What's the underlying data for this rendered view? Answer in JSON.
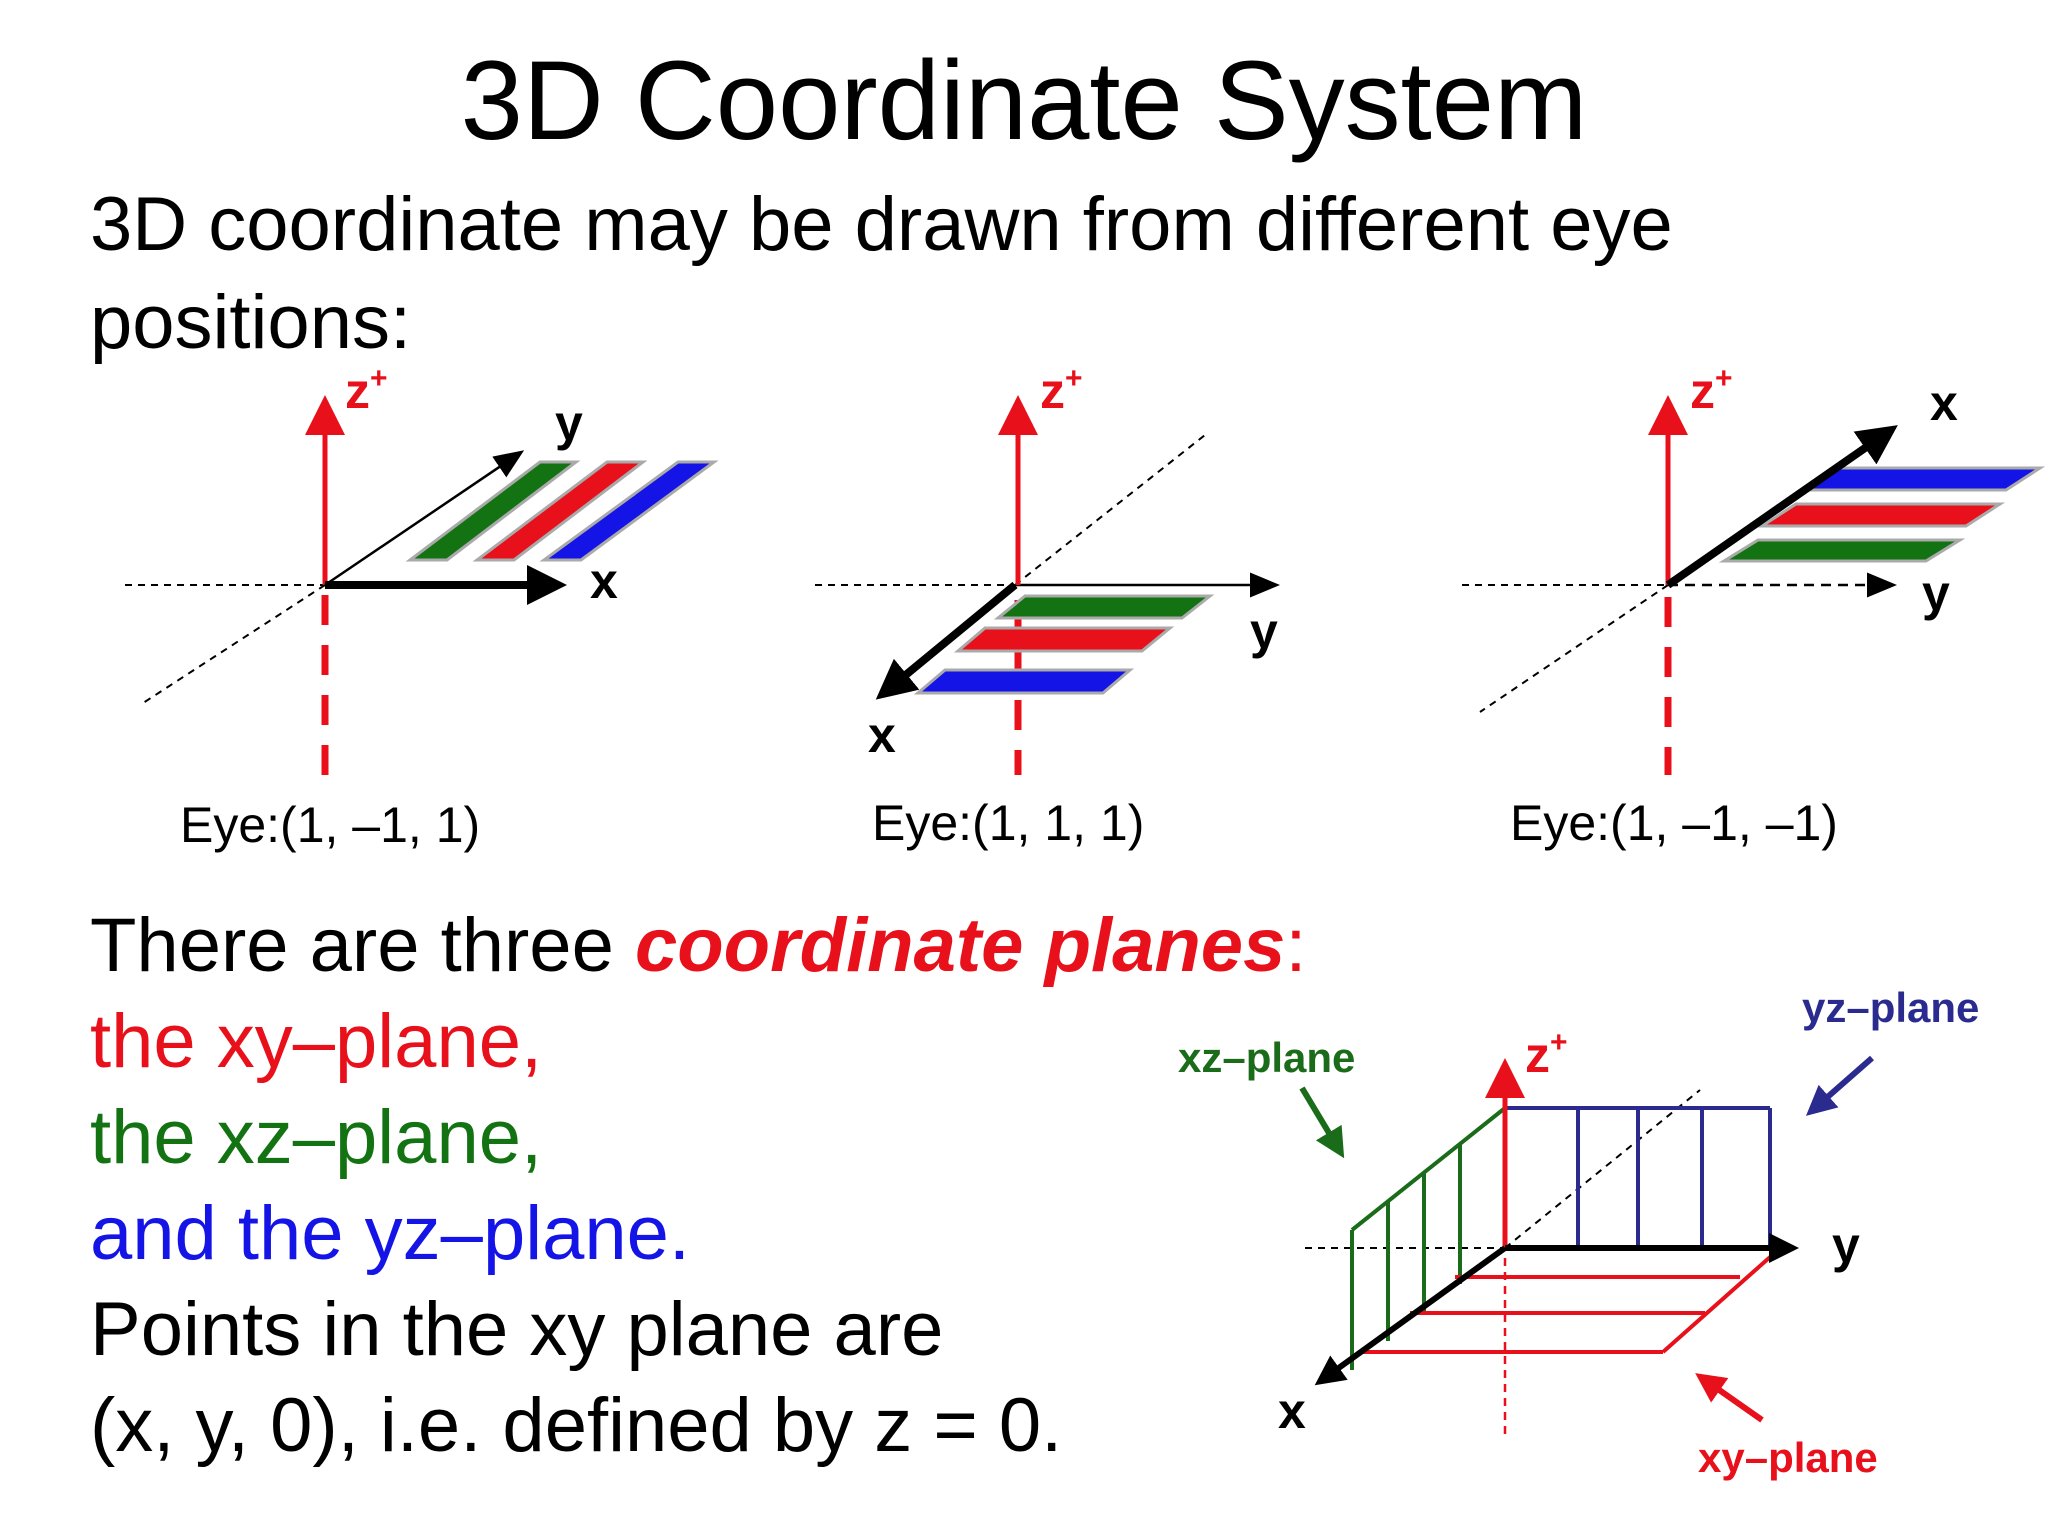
{
  "title": "3D Coordinate System",
  "intro": "3D coordinate may be drawn from different eye positions:",
  "axis_labels": {
    "x": "x",
    "y": "y",
    "z": "z",
    "z_sup": "+"
  },
  "views": [
    {
      "eye_label": "Eye:(1, –1, 1)"
    },
    {
      "eye_label": "Eye:(1, 1, 1)"
    },
    {
      "eye_label": "Eye:(1, –1, –1)"
    }
  ],
  "planes": {
    "lead": "There are three ",
    "emphasis": "coordinate planes",
    "colon": ":",
    "xy_line": "the xy–plane,",
    "xz_line": "the xz–plane,",
    "yz_line": "and the yz–plane.",
    "points_line1": "Points in the xy plane are",
    "points_line2": "(x, y, 0), i.e. defined by z = 0."
  },
  "plane_labels": {
    "xz": "xz–plane",
    "yz": "yz–plane",
    "xy": "xy–plane"
  },
  "colors": {
    "red": "#e8101a",
    "green": "#137313",
    "blue": "#1414e6",
    "navy": "#2b2b8f",
    "plane_green": "#1a6b1a",
    "black": "#000000"
  }
}
